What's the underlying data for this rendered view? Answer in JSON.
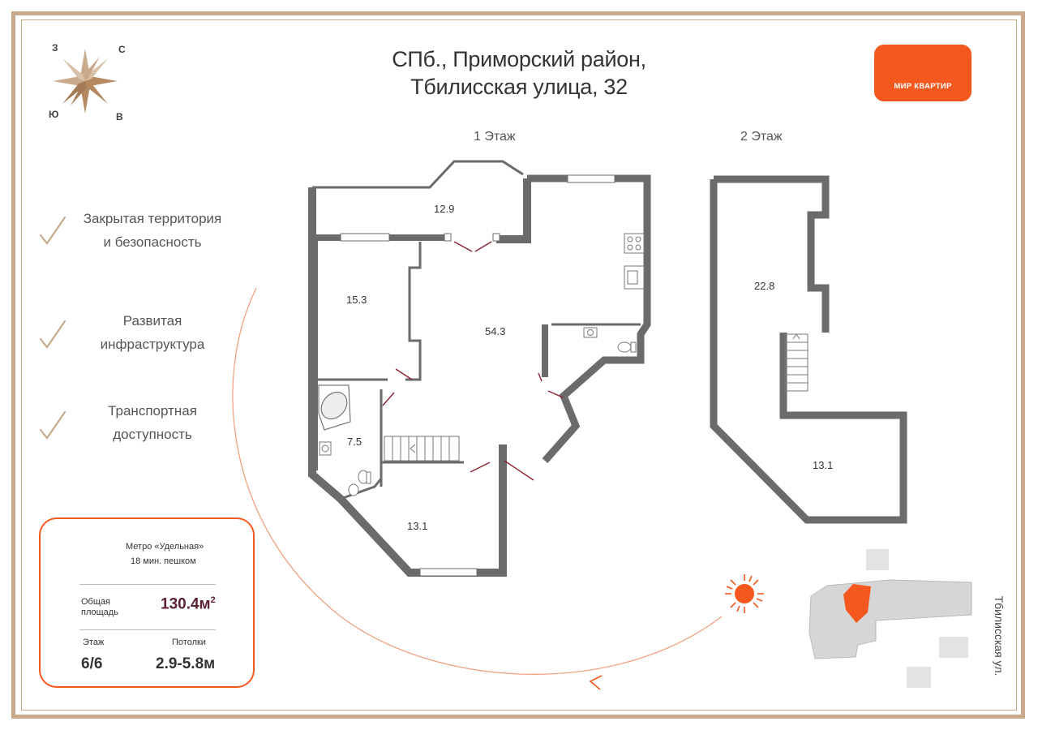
{
  "header": {
    "address_line1": "СПб., Приморский район,",
    "address_line2": "Тбилисская улица, 32"
  },
  "logo": {
    "text": "МИР КВАРТИР",
    "color": "#f4581e"
  },
  "compass": {
    "north": "С",
    "west": "З",
    "south": "Ю",
    "east": "В"
  },
  "floors": {
    "floor1_label": "1 Этаж",
    "floor2_label": "2 Этаж"
  },
  "rooms": {
    "r1": "12.9",
    "r2": "15.3",
    "r3": "54.3",
    "r4": "7.5",
    "r5": "13.1",
    "r6": "22.8",
    "r7": "13.1"
  },
  "features": [
    {
      "line1": "Закрытая территория",
      "line2": "и безопасность"
    },
    {
      "line1": "Развитая",
      "line2": "инфраструктура"
    },
    {
      "line1": "Транспортная",
      "line2": "доступность"
    }
  ],
  "info": {
    "metro_name": "Метро «Удельная»",
    "metro_time": "18 мин. пешком",
    "area_label_1": "Общая",
    "area_label_2": "площадь",
    "area_value": "130.4м",
    "area_unit_sup": "2",
    "floor_label": "Этаж",
    "floor_value": "6/6",
    "ceiling_label": "Потолки",
    "ceiling_value": "2.9-5.8м"
  },
  "site_plan": {
    "street": "Тбилисская ул."
  },
  "colors": {
    "accent": "#f4581e",
    "frame": "#c9ab8c",
    "wall": "#6b6b6b",
    "dark_value": "#5b2230"
  }
}
